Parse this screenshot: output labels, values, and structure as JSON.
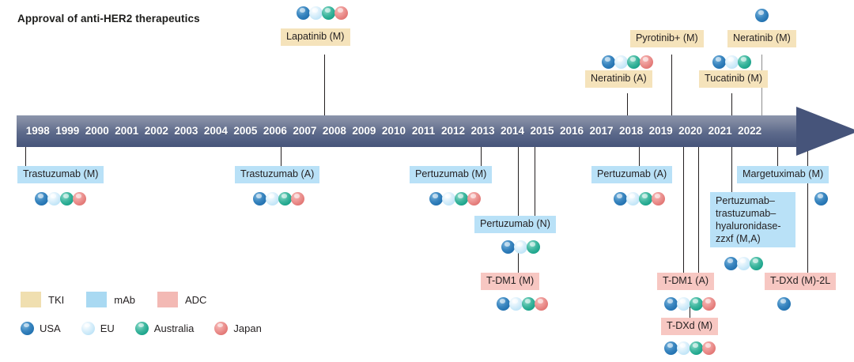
{
  "title": "Approval of anti-HER2 therapeutics",
  "axis": {
    "years": [
      "1998",
      "1999",
      "2000",
      "2001",
      "2002",
      "2003",
      "2004",
      "2005",
      "2006",
      "2007",
      "2008",
      "2009",
      "2010",
      "2011",
      "2012",
      "2013",
      "2014",
      "2015",
      "2016",
      "2017",
      "2018",
      "2019",
      "2020",
      "2021",
      "2022"
    ],
    "start_year": 1998,
    "end_year": 2022,
    "has_arrow_head": true,
    "bar_color": "#46547a"
  },
  "legend": {
    "classes": [
      {
        "key": "tki",
        "label": "TKI",
        "color": "#f0dfb0"
      },
      {
        "key": "mab",
        "label": "mAb",
        "color": "#a9d9f2"
      },
      {
        "key": "adc",
        "label": "ADC",
        "color": "#f3b9b4"
      }
    ],
    "regions": [
      {
        "key": "usa",
        "label": "USA",
        "color": "#1f6fae"
      },
      {
        "key": "eu",
        "label": "EU",
        "color": "#bfe4f7"
      },
      {
        "key": "au",
        "label": "Australia",
        "color": "#16a188"
      },
      {
        "key": "jp",
        "label": "Japan",
        "color": "#e0716f"
      }
    ]
  },
  "chart_data": {
    "type": "timeline",
    "title": "Approval of anti-HER2 therapeutics",
    "xlabel": "",
    "xlim": [
      1998,
      2022
    ],
    "events": [
      {
        "label": "Trastuzumab (M)",
        "drug_class": "mab",
        "side": "below",
        "year": 1998,
        "regions": [
          "usa",
          "eu",
          "au",
          "jp"
        ]
      },
      {
        "label": "Lapatinib (M)",
        "drug_class": "tki",
        "side": "above",
        "year": 2007,
        "regions": [
          "usa",
          "eu",
          "au",
          "jp"
        ]
      },
      {
        "label": "Trastuzumab (A)",
        "drug_class": "mab",
        "side": "below",
        "year": 2006,
        "regions": [
          "usa",
          "eu",
          "au",
          "jp"
        ]
      },
      {
        "label": "Pertuzumab (M)",
        "drug_class": "mab",
        "side": "below",
        "year": 2012,
        "regions": [
          "usa",
          "eu",
          "au",
          "jp"
        ]
      },
      {
        "label": "Pertuzumab (N)",
        "drug_class": "mab",
        "side": "below",
        "year": 2013,
        "regions": [
          "usa",
          "eu",
          "au"
        ]
      },
      {
        "label": "T-DM1 (M)",
        "drug_class": "adc",
        "side": "below",
        "year": 2013,
        "regions": [
          "usa",
          "eu",
          "au",
          "jp"
        ]
      },
      {
        "label": "Neratinib (A)",
        "drug_class": "tki",
        "side": "above",
        "year": 2017,
        "regions": [
          "usa",
          "eu",
          "au",
          "jp"
        ]
      },
      {
        "label": "Pyrotinib+ (M)",
        "drug_class": "tki",
        "side": "above",
        "year": 2018,
        "regions": []
      },
      {
        "label": "Pertuzumab (A)",
        "drug_class": "mab",
        "side": "below",
        "year": 2017,
        "regions": [
          "usa",
          "eu",
          "au",
          "jp"
        ]
      },
      {
        "label": "Tucatinib (M)",
        "drug_class": "tki",
        "side": "above",
        "year": 2020,
        "regions": [
          "usa",
          "eu",
          "au"
        ]
      },
      {
        "label": "Neratinib (M)",
        "drug_class": "tki",
        "side": "above",
        "year": 2020,
        "regions": [
          "usa"
        ]
      },
      {
        "label": "T-DM1 (A)",
        "drug_class": "adc",
        "side": "below",
        "year": 2019,
        "regions": [
          "usa",
          "eu",
          "au",
          "jp"
        ]
      },
      {
        "label": "T-DXd (M)",
        "drug_class": "adc",
        "side": "below",
        "year": 2019,
        "regions": [
          "usa",
          "eu",
          "au",
          "jp"
        ]
      },
      {
        "label": "Pertuzumab–trastuzumab–hyaluronidase-zzxf (M,A)",
        "drug_class": "mab",
        "side": "below",
        "year": 2020,
        "regions": [
          "usa",
          "eu",
          "au"
        ]
      },
      {
        "label": "Margetuximab (M)",
        "drug_class": "mab",
        "side": "below",
        "year": 2021,
        "regions": [
          "usa"
        ]
      },
      {
        "label": "T-DXd (M)-2L",
        "drug_class": "adc",
        "side": "below",
        "year": 2022,
        "regions": [
          "usa"
        ]
      }
    ]
  },
  "boxes": {
    "trastuzumab_m": "Trastuzumab (M)",
    "trastuzumab_a": "Trastuzumab (A)",
    "lapatinib_m": "Lapatinib (M)",
    "pertuzumab_m": "Pertuzumab (M)",
    "pertuzumab_n": "Pertuzumab (N)",
    "tdm1_m": "T-DM1 (M)",
    "neratinib_a": "Neratinib (A)",
    "pyrotinib_m": "Pyrotinib+ (M)",
    "pertuzumab_a": "Pertuzumab (A)",
    "tucatinib_m": "Tucatinib (M)",
    "neratinib_m": "Neratinib (M)",
    "tdm1_a": "T-DM1 (A)",
    "tdxd_m": "T-DXd (M)",
    "pthz": "Pertuzumab–trastuzumab–hyaluronidase-zzxf (M,A)",
    "margetuximab_m": "Margetuximab (M)",
    "tdxd_m_2l": "T-DXd (M)-2L"
  }
}
